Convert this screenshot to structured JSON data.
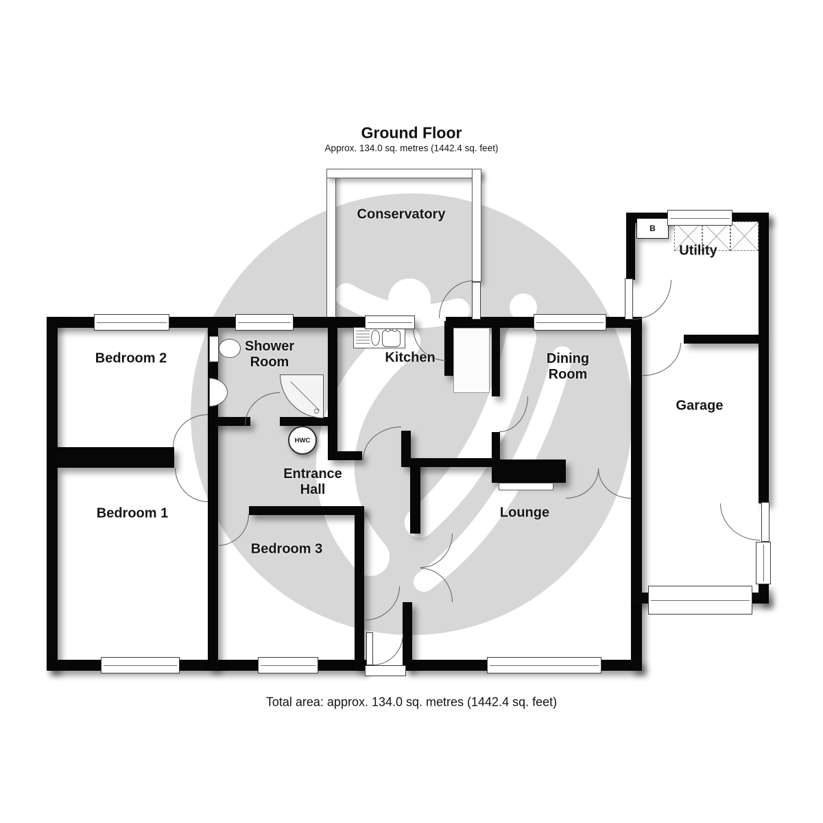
{
  "header": {
    "title": "Ground Floor",
    "subtitle": "Approx. 134.0 sq. metres (1442.4 sq. feet)"
  },
  "footer": {
    "total_area": "Total area: approx. 134.0 sq. metres (1442.4 sq. feet)"
  },
  "rooms": {
    "conservatory": {
      "label": "Conservatory"
    },
    "utility": {
      "label": "Utility"
    },
    "bedroom2": {
      "label": "Bedroom 2"
    },
    "shower_room": {
      "label": "Shower\nRoom"
    },
    "kitchen": {
      "label": "Kitchen"
    },
    "dining_room": {
      "label": "Dining\nRoom"
    },
    "garage": {
      "label": "Garage"
    },
    "bedroom1": {
      "label": "Bedroom 1"
    },
    "entrance_hall": {
      "label": "Entrance\nHall"
    },
    "bedroom3": {
      "label": "Bedroom 3"
    },
    "lounge": {
      "label": "Lounge"
    }
  },
  "fixtures": {
    "hot_water_cylinder": "HWC",
    "boiler": "B"
  },
  "colors": {
    "wall": "#070707",
    "watermark_circle": "#d7d7d7",
    "floor": "#ffffff",
    "text": "#151515"
  }
}
